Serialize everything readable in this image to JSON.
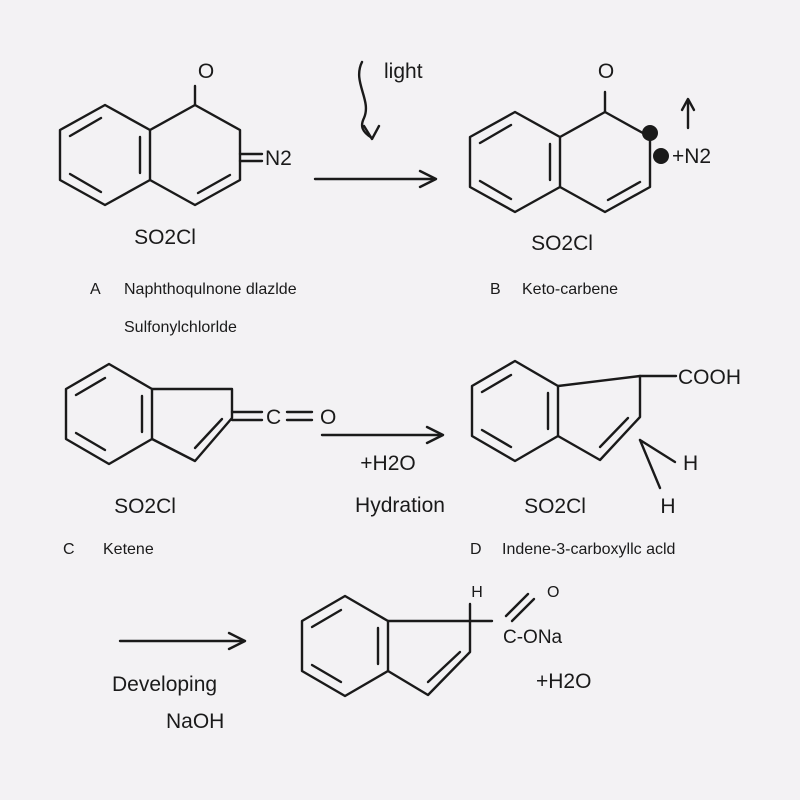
{
  "reaction_A": {
    "oxygen": "O",
    "substituent_right": "N2",
    "substituent_bottom": "SO2Cl",
    "letter": "A",
    "name_line1": "Naphthoqulnone dlazlde",
    "name_line2": "Sulfonylchlorlde"
  },
  "step1": {
    "condition": "light"
  },
  "reaction_B": {
    "oxygen": "O",
    "gas_released": "+N2",
    "substituent_bottom": "SO2Cl",
    "letter": "B",
    "name": "Keto-carbene"
  },
  "reaction_C": {
    "carbonyl_c": "C",
    "carbonyl_o": "O",
    "substituent_bottom": "SO2Cl",
    "letter": "C",
    "name": "Ketene"
  },
  "step2": {
    "reagent": "+H2O",
    "label": "Hydration"
  },
  "reaction_D": {
    "group": "COOH",
    "h_upper": "H",
    "h_lower": "H",
    "substituent_bottom": "SO2Cl",
    "letter": "D",
    "name": "Indene-3-carboxyllc acld"
  },
  "step3": {
    "label": "Developing",
    "reagent": "NaOH"
  },
  "product": {
    "h_label": "H",
    "oxygen": "O",
    "salt_group": "C-ONa",
    "byproduct": "+H2O"
  },
  "colors": {
    "ink": "#1a1a1a",
    "paper": "#f3f2f4"
  }
}
